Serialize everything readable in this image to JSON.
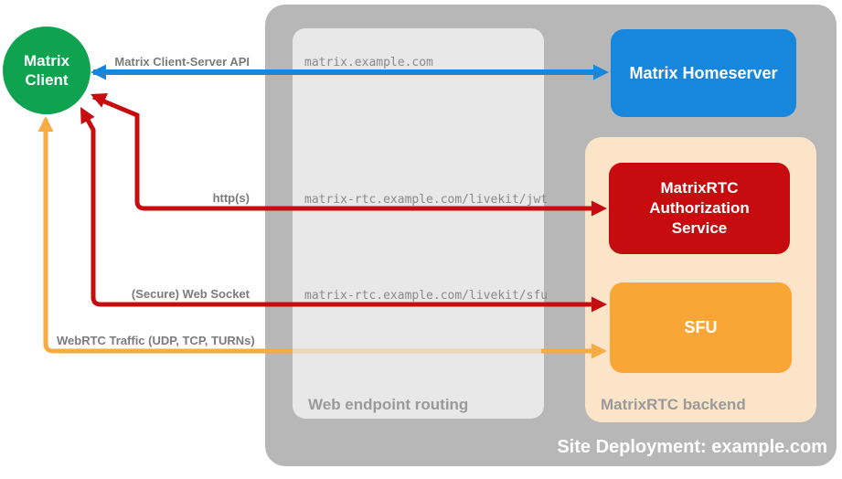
{
  "title": "Site Deployment: example.com",
  "nodes": {
    "client": {
      "label": "Matrix Client"
    },
    "homeserver": {
      "label": "Matrix Homeserver"
    },
    "auth": {
      "label": "MatrixRTC Authorization Service"
    },
    "sfu": {
      "label": "SFU"
    }
  },
  "containers": {
    "routing": {
      "label": "Web endpoint routing"
    },
    "backend": {
      "label": "MatrixRTC backend"
    }
  },
  "routes": {
    "homeserver": "matrix.example.com",
    "jwt": "matrix-rtc.example.com/livekit/jwt",
    "sfu": "matrix-rtc.example.com/livekit/sfu"
  },
  "arrow_labels": {
    "api": "Matrix Client-Server API",
    "http": "http(s)",
    "websocket": "(Secure) Web Socket",
    "webrtc": "WebRTC Traffic (UDP, TCP, TURNs)"
  },
  "colors": {
    "green": "#0fa24f",
    "blue": "#1787de",
    "red": "#c70c10",
    "orange": "#f9a636",
    "orange-line": "#f8ab42",
    "peach": "#fce4c9",
    "gray-outer": "#b7b7b7",
    "gray-inner": "#e8e8e8",
    "label-gray": "#7b7b7b",
    "mono-gray": "#8a8a8a",
    "container-label": "#9a9a9a"
  }
}
